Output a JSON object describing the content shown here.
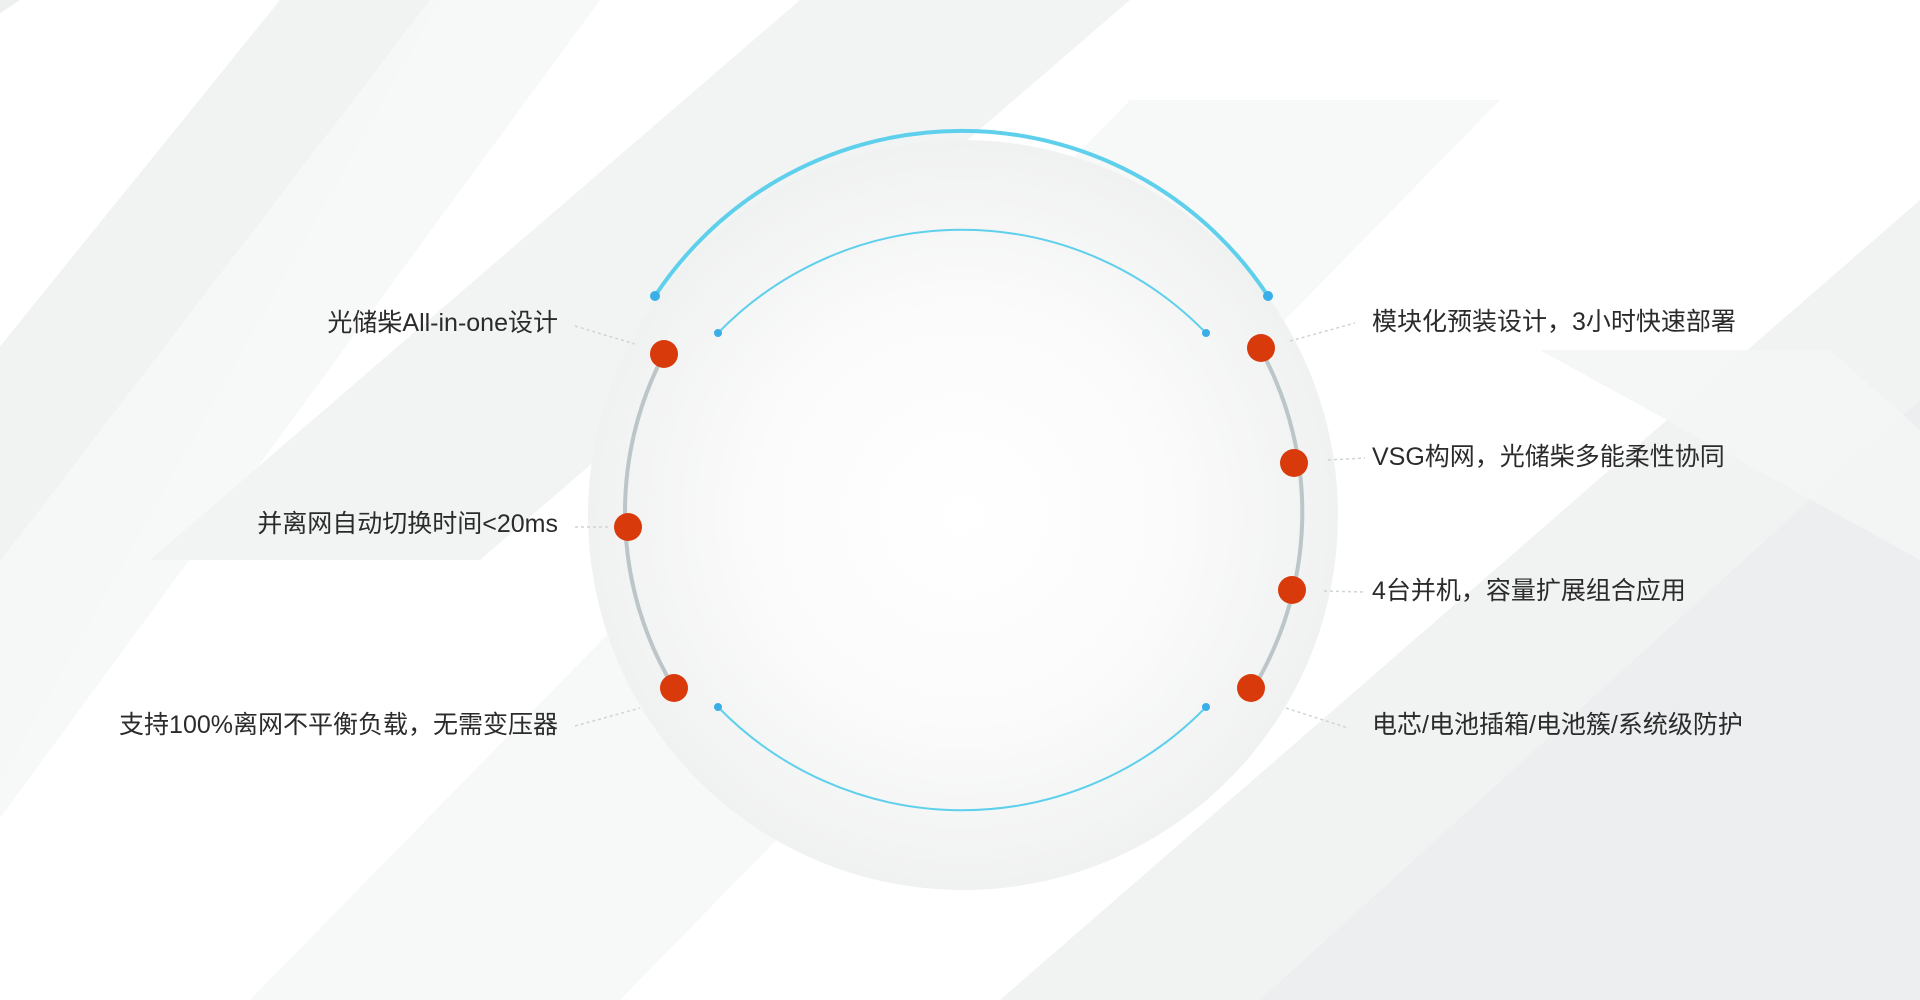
{
  "features": {
    "left": [
      "光储柴All-in-one设计",
      "并离网自动切换时间<20ms",
      "支持100%离网不平衡负载，无需变压器"
    ],
    "right": [
      "模块化预装设计，3小时快速部署",
      "VSG构网，光储柴多能柔性协同",
      "4台并机，容量扩展组合应用",
      "电芯/电池插箱/电池簇/系统级防护"
    ]
  },
  "colors": {
    "marker": "#d93a0c",
    "arc_accent": "#5fd0ec",
    "arc_gray": "#bcc6c8",
    "text": "#2b2b2b"
  }
}
